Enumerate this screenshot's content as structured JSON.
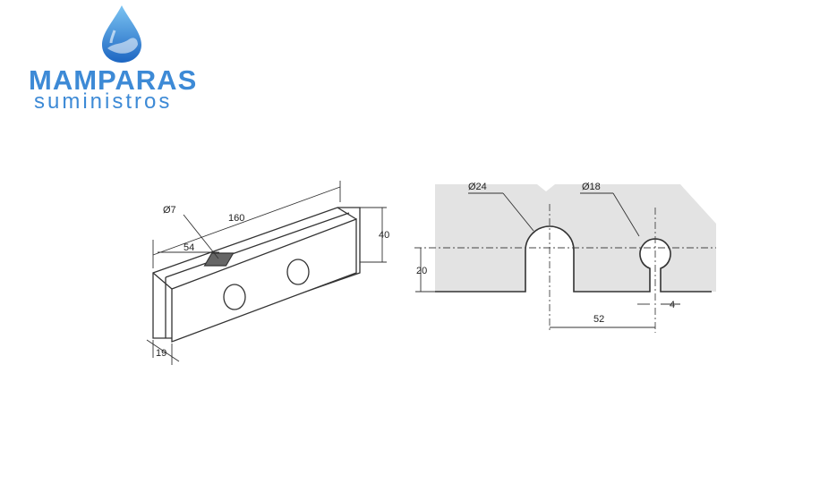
{
  "logo": {
    "brand": "MAMPARAS",
    "tagline": "suministros",
    "icon": "water-drop-icon",
    "color": "#3d8ad6"
  },
  "dimensions": {
    "length": "160",
    "hole_offset": "54",
    "hole_diameter": "Ø7",
    "height": "40",
    "thickness": "19",
    "cutout_large_diameter": "Ø24",
    "cutout_small_diameter": "Ø18",
    "cutout_depth": "20",
    "cutout_spacing": "52",
    "slot_width": "4"
  }
}
